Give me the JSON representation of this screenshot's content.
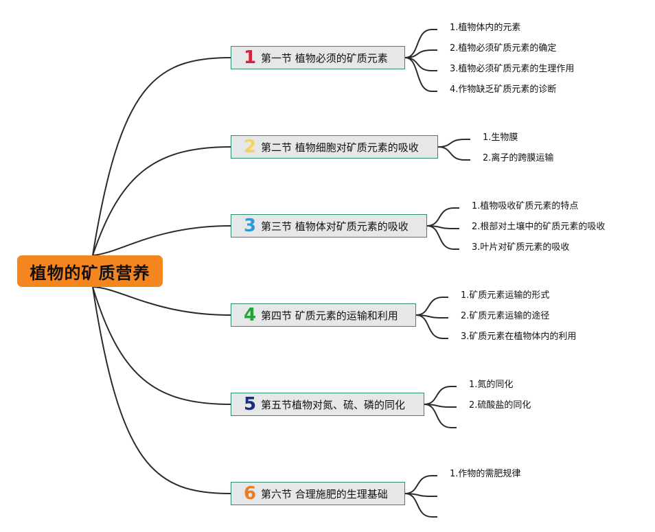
{
  "root": {
    "title": "植物的矿质营养"
  },
  "sections": [
    {
      "num": "1",
      "color": "#d6203c",
      "title": "第一节 植物必须的矿质元素",
      "items": [
        "1.植物体内的元素",
        "2.植物必须矿质元素的确定",
        "3.植物必须矿质元素的生理作用",
        "4.作物缺乏矿质元素的诊断"
      ]
    },
    {
      "num": "2",
      "color": "#f5d35a",
      "title": "第二节 植物细胞对矿质元素的吸收",
      "items": [
        "1.生物膜",
        "2.离子的跨膜运输"
      ]
    },
    {
      "num": "3",
      "color": "#2e9bd6",
      "title": "第三节 植物体对矿质元素的吸收",
      "items": [
        "1.植物吸收矿质元素的特点",
        "2.根部对土壤中的矿质元素的吸收",
        "3.叶片对矿质元素的吸收"
      ]
    },
    {
      "num": "4",
      "color": "#23a33b",
      "title": "第四节 矿质元素的运输和利用",
      "items": [
        "1.矿质元素运输的形式",
        "2.矿质元素运输的途径",
        "3.矿质元素在植物体内的利用"
      ]
    },
    {
      "num": "5",
      "color": "#1b2e7a",
      "title": "第五节植物对氮、硫、磷的同化",
      "items": [
        "1.氮的同化",
        "2.硫酸盐的同化",
        ""
      ]
    },
    {
      "num": "6",
      "color": "#f07a1c",
      "title": "第六节 合理施肥的生理基础",
      "items": [
        "1.作物的需肥规律",
        "",
        ""
      ]
    }
  ]
}
